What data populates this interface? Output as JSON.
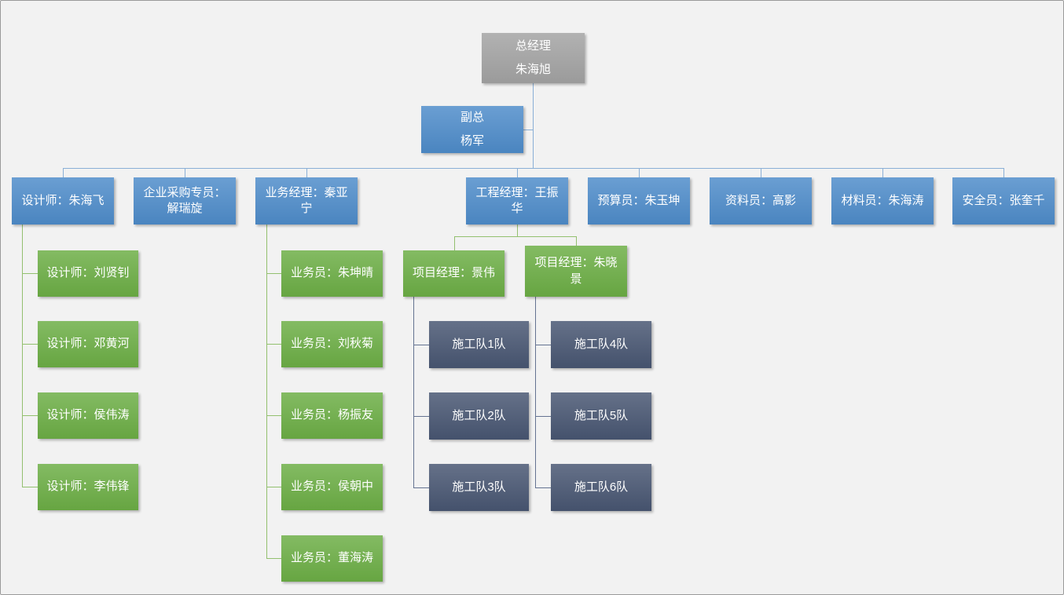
{
  "root": {
    "line1": "总经理",
    "line2": "朱海旭"
  },
  "assistant": {
    "line1": "副总",
    "line2": "杨军"
  },
  "managers": [
    {
      "label": "设计师：朱海飞"
    },
    {
      "label": "企业采购专员：\n解瑞旋"
    },
    {
      "label": "业务经理：秦亚\n宁"
    },
    {
      "label": "工程经理：王振\n华"
    },
    {
      "label": "预算员：朱玉坤"
    },
    {
      "label": "资料员：高影"
    },
    {
      "label": "材料员：朱海涛"
    },
    {
      "label": "安全员：张奎千"
    }
  ],
  "designers": [
    "设计师：刘贤钊",
    "设计师：邓黄河",
    "设计师：侯伟涛",
    "设计师：李伟锋"
  ],
  "sales_staff": [
    "业务员：朱坤晴",
    "业务员：刘秋菊",
    "业务员：杨振友",
    "业务员：侯朝中",
    "业务员：董海涛"
  ],
  "project_managers": [
    {
      "label": "项目经理：景伟"
    },
    {
      "label": "项目经理：朱晓\n景"
    }
  ],
  "construction_teams_a": [
    "施工队1队",
    "施工队2队",
    "施工队3队"
  ],
  "construction_teams_b": [
    "施工队4队",
    "施工队5队",
    "施工队6队"
  ],
  "colors": {
    "bg": "#f2f2f2",
    "gray": "#a3a3a3",
    "blue": "#4e8cca",
    "green": "#6cae45",
    "dark": "#485672",
    "line-blue": "#8aafd6",
    "line-green": "#93c06f",
    "line-dark": "#647391"
  }
}
